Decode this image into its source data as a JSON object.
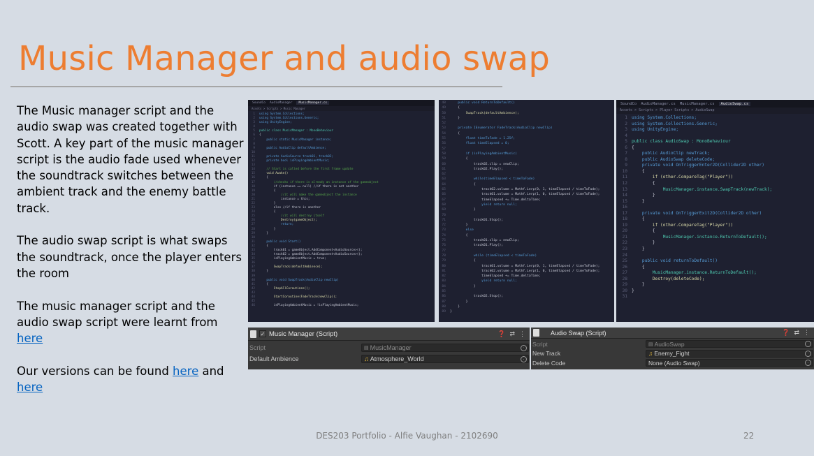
{
  "slide": {
    "title": "Music Manager and audio swap",
    "footer": "DES203 Portfolio - Alfie Vaughan - 2102690",
    "page_number": "22",
    "title_color": "#ed7d31",
    "link_color": "#0563c1"
  },
  "body": {
    "p1": "The Music manager script and the audio swap was created together with Scott. A key part of the music manager script is the audio fade used whenever the soundtrack switches between the ambient track and the enemy battle track.",
    "p2": "The audio swap script is what swaps the soundtrack, once the player enters the room",
    "p3_text": "The music manager script and the audio swap script were learnt from ",
    "p3_link": "here",
    "p4_text": "Our versions can be found ",
    "p4_link1": "here",
    "p4_and": " and ",
    "p4_link2": "here"
  },
  "code1": {
    "tabs": [
      "SoundCo",
      "AudioManager",
      "MusicManager.cs"
    ],
    "crumb": "Assets > Scripts > Music Manager",
    "lines": [
      {
        "n": "1",
        "t": "using System.Collections;",
        "c": "kw"
      },
      {
        "n": "2",
        "t": "using System.Collections.Generic;",
        "c": "kw"
      },
      {
        "n": "3",
        "t": "using UnityEngine;",
        "c": "kw"
      },
      {
        "n": "4",
        "t": "",
        "c": "tx"
      },
      {
        "n": "5",
        "t": "public class MusicManager : MonoBehaviour",
        "c": "ty"
      },
      {
        "n": "6",
        "t": "{",
        "c": "tx"
      },
      {
        "n": "7",
        "t": "    public static MusicManager instance;",
        "c": "kw"
      },
      {
        "n": "8",
        "t": "",
        "c": "tx"
      },
      {
        "n": "9",
        "t": "    public AudioClip defaultAmbience;",
        "c": "kw"
      },
      {
        "n": "10",
        "t": "",
        "c": "tx"
      },
      {
        "n": "11",
        "t": "    private AudioSource track01, track02;",
        "c": "kw"
      },
      {
        "n": "12",
        "t": "    private bool isPlayingAmbientMusic;",
        "c": "kw"
      },
      {
        "n": "13",
        "t": "",
        "c": "tx"
      },
      {
        "n": "14",
        "t": "    // Start is called before the first frame update",
        "c": "cm"
      },
      {
        "n": "15",
        "t": "    void Awake()",
        "c": "fn"
      },
      {
        "n": "16",
        "t": "    {",
        "c": "tx"
      },
      {
        "n": "17",
        "t": "        //checks if there is already an instance of the gameobject",
        "c": "cm"
      },
      {
        "n": "18",
        "t": "        if (instance == null) //if there is not another",
        "c": "tx"
      },
      {
        "n": "19",
        "t": "        {",
        "c": "tx"
      },
      {
        "n": "20",
        "t": "            //it will make the gameobject the instance",
        "c": "cm"
      },
      {
        "n": "21",
        "t": "            instance = this;",
        "c": "tx"
      },
      {
        "n": "22",
        "t": "        }",
        "c": "tx"
      },
      {
        "n": "23",
        "t": "        else //if there is another",
        "c": "tx"
      },
      {
        "n": "24",
        "t": "        {",
        "c": "tx"
      },
      {
        "n": "25",
        "t": "            //it will destroy itself",
        "c": "cm"
      },
      {
        "n": "26",
        "t": "            Destroy(gameObject);",
        "c": "fn"
      },
      {
        "n": "27",
        "t": "            return;",
        "c": "kw"
      },
      {
        "n": "28",
        "t": "        }",
        "c": "tx"
      },
      {
        "n": "29",
        "t": "    }",
        "c": "tx"
      },
      {
        "n": "30",
        "t": "",
        "c": "tx"
      },
      {
        "n": "31",
        "t": "    public void Start()",
        "c": "kw"
      },
      {
        "n": "32",
        "t": "    {",
        "c": "tx"
      },
      {
        "n": "33",
        "t": "        track01 = gameObject.AddComponent<AudioSource>();",
        "c": "tx"
      },
      {
        "n": "34",
        "t": "        track02 = gameObject.AddComponent<AudioSource>();",
        "c": "tx"
      },
      {
        "n": "35",
        "t": "        isPlayingAmbientMusic = true;",
        "c": "tx"
      },
      {
        "n": "36",
        "t": "",
        "c": "tx"
      },
      {
        "n": "37",
        "t": "        SwapTrack(defaultAmbience);",
        "c": "fn"
      },
      {
        "n": "38",
        "t": "    }",
        "c": "tx"
      },
      {
        "n": "39",
        "t": "",
        "c": "tx"
      },
      {
        "n": "40",
        "t": "    public void SwapTrack(AudioClip newClip)",
        "c": "kw"
      },
      {
        "n": "41",
        "t": "    {",
        "c": "tx"
      },
      {
        "n": "42",
        "t": "        StopAllCoroutines();",
        "c": "fn"
      },
      {
        "n": "43",
        "t": "",
        "c": "tx"
      },
      {
        "n": "44",
        "t": "        StartCoroutine(FadeTrack(newClip));",
        "c": "fn"
      },
      {
        "n": "45",
        "t": "",
        "c": "tx"
      },
      {
        "n": "46",
        "t": "        isPlayingAmbientMusic = !isPlayingAmbientMusic;",
        "c": "tx"
      }
    ]
  },
  "code2": {
    "lines": [
      {
        "n": "48",
        "t": "    public void ReturnToDefault()",
        "c": "kw"
      },
      {
        "n": "49",
        "t": "    {",
        "c": "tx"
      },
      {
        "n": "50",
        "t": "        SwapTrack(defaultAmbience);",
        "c": "fn"
      },
      {
        "n": "51",
        "t": "    }",
        "c": "tx"
      },
      {
        "n": "52",
        "t": "",
        "c": "tx"
      },
      {
        "n": "53",
        "t": "    private IEnumerator FadeTrack(AudioClip newClip)",
        "c": "kw"
      },
      {
        "n": "54",
        "t": "    {",
        "c": "tx"
      },
      {
        "n": "55",
        "t": "        float timeToFade = 1.25f;",
        "c": "kw"
      },
      {
        "n": "56",
        "t": "        float timeElapsed = 0;",
        "c": "kw"
      },
      {
        "n": "57",
        "t": "",
        "c": "tx"
      },
      {
        "n": "58",
        "t": "        if (isPlayingAmbientMusic)",
        "c": "kw"
      },
      {
        "n": "59",
        "t": "        {",
        "c": "tx"
      },
      {
        "n": "60",
        "t": "            track02.clip = newClip;",
        "c": "tx"
      },
      {
        "n": "61",
        "t": "            track02.Play();",
        "c": "tx"
      },
      {
        "n": "62",
        "t": "",
        "c": "tx"
      },
      {
        "n": "63",
        "t": "            while(timeElapsed < timeToFade)",
        "c": "kw"
      },
      {
        "n": "64",
        "t": "            {",
        "c": "tx"
      },
      {
        "n": "65",
        "t": "                track02.volume = Mathf.Lerp(0, 1, timeElapsed / timeToFade);",
        "c": "tx"
      },
      {
        "n": "66",
        "t": "                track01.volume = Mathf.Lerp(1, 0, timeElapsed / timeToFade);",
        "c": "tx"
      },
      {
        "n": "67",
        "t": "                timeElapsed += Time.deltaTime;",
        "c": "tx"
      },
      {
        "n": "68",
        "t": "                yield return null;",
        "c": "kw"
      },
      {
        "n": "69",
        "t": "            }",
        "c": "tx"
      },
      {
        "n": "70",
        "t": "",
        "c": "tx"
      },
      {
        "n": "71",
        "t": "            track01.Stop();",
        "c": "tx"
      },
      {
        "n": "72",
        "t": "        }",
        "c": "tx"
      },
      {
        "n": "73",
        "t": "        else",
        "c": "kw"
      },
      {
        "n": "74",
        "t": "        {",
        "c": "tx"
      },
      {
        "n": "75",
        "t": "            track01.clip = newClip;",
        "c": "tx"
      },
      {
        "n": "76",
        "t": "            track01.Play();",
        "c": "tx"
      },
      {
        "n": "77",
        "t": "",
        "c": "tx"
      },
      {
        "n": "78",
        "t": "            while (timeElapsed < timeToFade)",
        "c": "kw"
      },
      {
        "n": "79",
        "t": "            {",
        "c": "tx"
      },
      {
        "n": "80",
        "t": "                track01.volume = Mathf.Lerp(0, 1, timeElapsed / timeToFade);",
        "c": "tx"
      },
      {
        "n": "81",
        "t": "                track02.volume = Mathf.Lerp(1, 0, timeElapsed / timeToFade);",
        "c": "tx"
      },
      {
        "n": "82",
        "t": "                timeElapsed += Time.deltaTime;",
        "c": "tx"
      },
      {
        "n": "83",
        "t": "                yield return null;",
        "c": "kw"
      },
      {
        "n": "84",
        "t": "            }",
        "c": "tx"
      },
      {
        "n": "85",
        "t": "",
        "c": "tx"
      },
      {
        "n": "86",
        "t": "            track02.Stop();",
        "c": "tx"
      },
      {
        "n": "87",
        "t": "        }",
        "c": "tx"
      },
      {
        "n": "88",
        "t": "    }",
        "c": "tx"
      },
      {
        "n": "89",
        "t": "}",
        "c": "tx"
      }
    ]
  },
  "code3": {
    "tabs": [
      "SoundCo",
      "AudioManager.cs",
      "MusicManager.cs",
      "AudioSwap.cs"
    ],
    "crumb": "Assets > Scripts > Player Scripts > AudioSwap",
    "lines": [
      {
        "n": "1",
        "t": "using System.Collections;",
        "c": "kw"
      },
      {
        "n": "2",
        "t": "using System.Collections.Generic;",
        "c": "kw"
      },
      {
        "n": "3",
        "t": "using UnityEngine;",
        "c": "kw"
      },
      {
        "n": "4",
        "t": "",
        "c": "tx"
      },
      {
        "n": "5",
        "t": "public class AudioSwap : MonoBehaviour",
        "c": "ty"
      },
      {
        "n": "6",
        "t": "{",
        "c": "tx"
      },
      {
        "n": "7",
        "t": "    public AudioClip newTrack;",
        "c": "kw"
      },
      {
        "n": "8",
        "t": "    public AudioSwap deleteCode;",
        "c": "kw"
      },
      {
        "n": "9",
        "t": "    private void OnTriggerEnter2D(Collider2D other)",
        "c": "kw"
      },
      {
        "n": "10",
        "t": "    {",
        "c": "tx"
      },
      {
        "n": "11",
        "t": "        if (other.CompareTag(\"Player\"))",
        "c": "fn"
      },
      {
        "n": "12",
        "t": "        {",
        "c": "tx"
      },
      {
        "n": "13",
        "t": "            MusicManager.instance.SwapTrack(newTrack);",
        "c": "ty"
      },
      {
        "n": "14",
        "t": "        }",
        "c": "tx"
      },
      {
        "n": "15",
        "t": "    }",
        "c": "tx"
      },
      {
        "n": "16",
        "t": "",
        "c": "tx"
      },
      {
        "n": "17",
        "t": "    private void OnTriggerExit2D(Collider2D other)",
        "c": "kw"
      },
      {
        "n": "18",
        "t": "    {",
        "c": "tx"
      },
      {
        "n": "19",
        "t": "        if (other.CompareTag(\"Player\"))",
        "c": "fn"
      },
      {
        "n": "20",
        "t": "        {",
        "c": "tx"
      },
      {
        "n": "21",
        "t": "            MusicManager.instance.ReturnToDefault();",
        "c": "ty"
      },
      {
        "n": "22",
        "t": "        }",
        "c": "tx"
      },
      {
        "n": "23",
        "t": "    }",
        "c": "tx"
      },
      {
        "n": "24",
        "t": "",
        "c": "tx"
      },
      {
        "n": "25",
        "t": "    public void returnToDefault()",
        "c": "kw"
      },
      {
        "n": "26",
        "t": "    {",
        "c": "tx"
      },
      {
        "n": "27",
        "t": "        MusicManager.instance.ReturnToDefault();",
        "c": "ty"
      },
      {
        "n": "28",
        "t": "        Destroy(deleteCode);",
        "c": "fn"
      },
      {
        "n": "29",
        "t": "    }",
        "c": "tx"
      },
      {
        "n": "30",
        "t": "}",
        "c": "tx"
      },
      {
        "n": "31",
        "t": "",
        "c": "tx"
      }
    ]
  },
  "inspector1": {
    "title": "Music Manager (Script)",
    "script_label": "Script",
    "script_value": "MusicManager",
    "field_label": "Default Ambience",
    "field_value": "Atmosphere_World"
  },
  "inspector2": {
    "title": "Audio Swap (Script)",
    "script_label": "Script",
    "script_value": "AudioSwap",
    "field1_label": "New Track",
    "field1_value": "Enemy_Fight",
    "field2_label": "Delete Code",
    "field2_value": "None (Audio Swap)"
  }
}
